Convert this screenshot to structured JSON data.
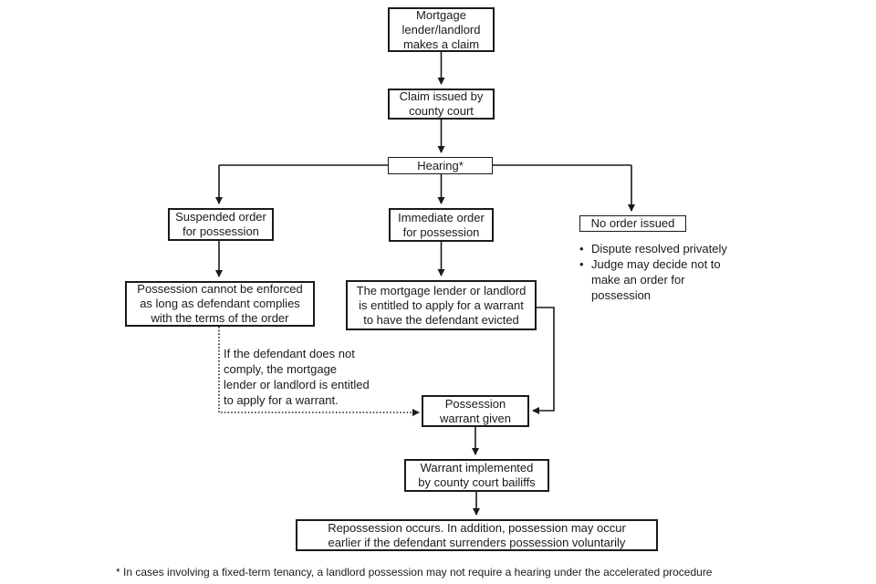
{
  "diagram": {
    "nodes": {
      "claim_made": "Mortgage\nlender/landlord\nmakes a claim",
      "claim_issued": "Claim issued by\ncounty court",
      "hearing": "Hearing*",
      "suspended_order": "Suspended order\nfor possession",
      "immediate_order": "Immediate order\nfor possession",
      "no_order": "No order issued",
      "possession_not_enforced": "Possession cannot be enforced\nas long as defendant complies\nwith the terms of the order",
      "apply_warrant": "The mortgage lender or landlord\nis entitled to apply for a warrant\nto have the defendant evicted",
      "warrant_given": "Possession\nwarrant given",
      "warrant_implemented": "Warrant implemented\nby county court bailiffs",
      "repossession": "Repossession occurs. In addition, possession may occur\nearlier if the defendant surrenders possession voluntarily"
    },
    "no_order_bullets": [
      "Dispute resolved privately",
      "Judge may decide not to\nmake an order for\npossession"
    ],
    "bullet_glyph": "•",
    "note_text": "If the defendant does not\ncomply, the mortgage\nlender or landlord is entitled\nto apply for a warrant.",
    "footnote": "* In cases involving a fixed-term tenancy, a landlord possession may not require a hearing under the accelerated procedure",
    "colors": {
      "line": "#1a1a1a",
      "background": "#ffffff",
      "text": "#1a1a1a"
    }
  }
}
